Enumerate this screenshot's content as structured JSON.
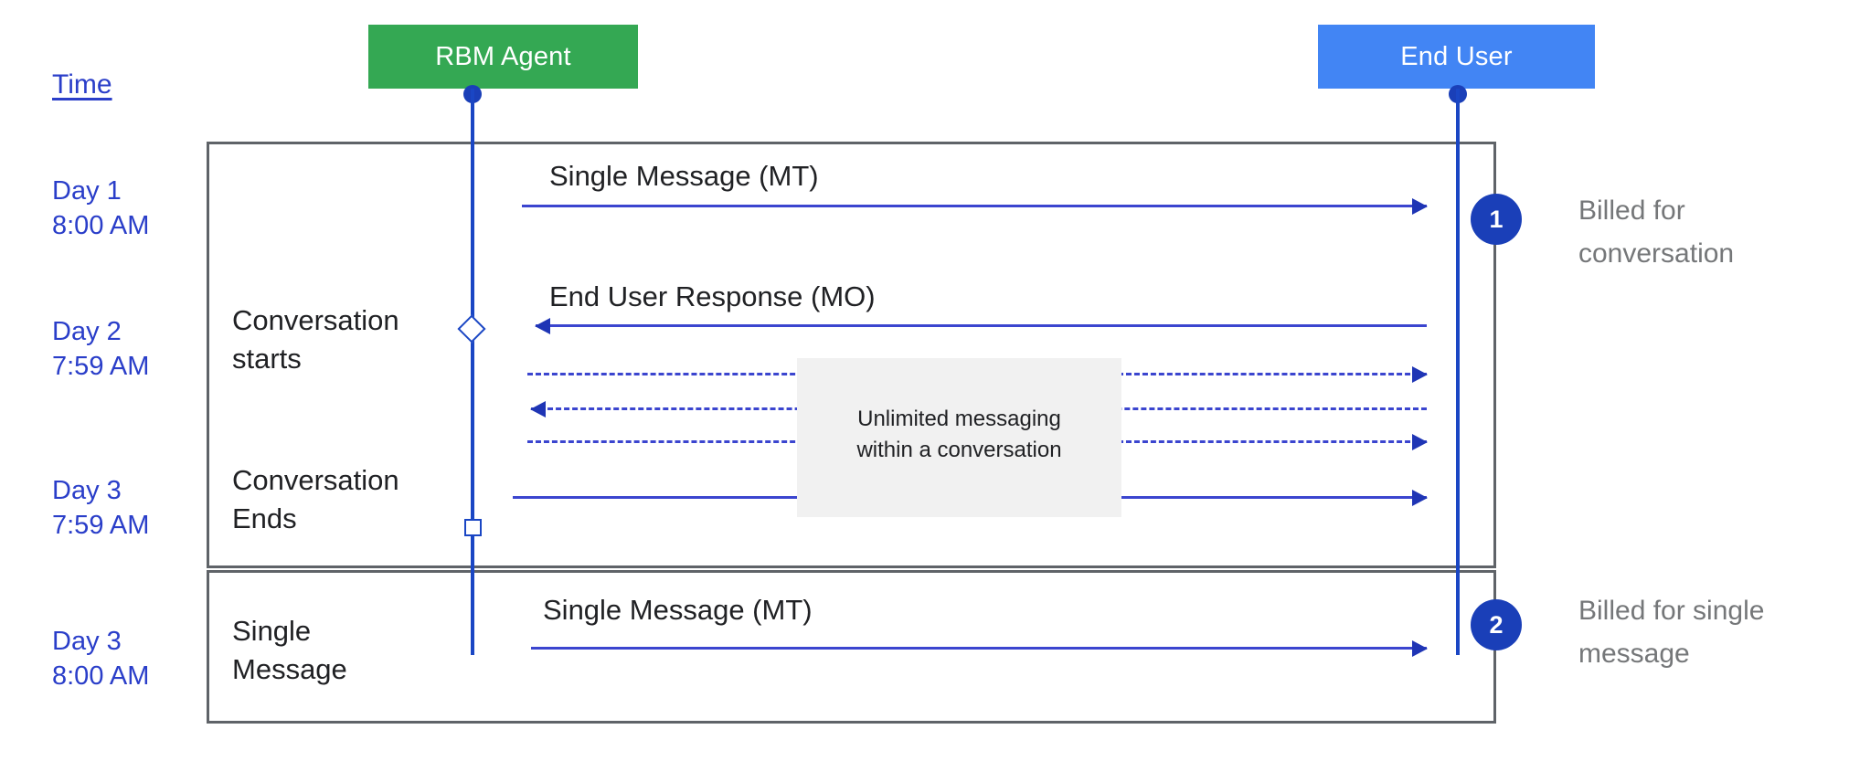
{
  "diagram": {
    "title": "RBM conversation billing sequence",
    "type": "sequence-diagram",
    "colors": {
      "agent_box": "#34A853",
      "enduser_box": "#4285F4",
      "lifeline": "#1a46c4",
      "arrow": "#3b45cf",
      "badge": "#1a3fb8",
      "frame_border": "#5f6368",
      "note_background": "#f1f1f1",
      "time_text": "#2a3ec9",
      "callout_text": "#757779"
    }
  },
  "time_axis": {
    "heading": "Time",
    "labels": [
      "Day 1\n8:00 AM",
      "Day 2\n7:59 AM",
      "Day 3\n7:59 AM",
      "Day 3\n8:00 AM"
    ]
  },
  "participants": [
    {
      "name": "agent",
      "label": "RBM Agent"
    },
    {
      "name": "end-user",
      "label": "End User"
    }
  ],
  "stages": [
    {
      "label": "Conversation\nstarts"
    },
    {
      "label": "Conversation\nEnds"
    },
    {
      "label": "Single\nMessage"
    }
  ],
  "messages": [
    {
      "label": "Single Message (MT)",
      "direction": "to-right",
      "style": "solid"
    },
    {
      "label": "End User Response (MO)",
      "direction": "to-left",
      "style": "solid"
    },
    {
      "label": "",
      "direction": "to-right",
      "style": "dashed"
    },
    {
      "label": "",
      "direction": "to-left",
      "style": "dashed"
    },
    {
      "label": "",
      "direction": "to-right",
      "style": "dashed"
    },
    {
      "label": "",
      "direction": "to-right",
      "style": "solid"
    },
    {
      "label": "Single Message (MT)",
      "direction": "to-right",
      "style": "solid"
    }
  ],
  "note": {
    "text": "Unlimited messaging\nwithin a conversation"
  },
  "callouts": [
    {
      "number": "1",
      "text": "Billed for\nconversation"
    },
    {
      "number": "2",
      "text": "Billed for single\nmessage"
    }
  ]
}
